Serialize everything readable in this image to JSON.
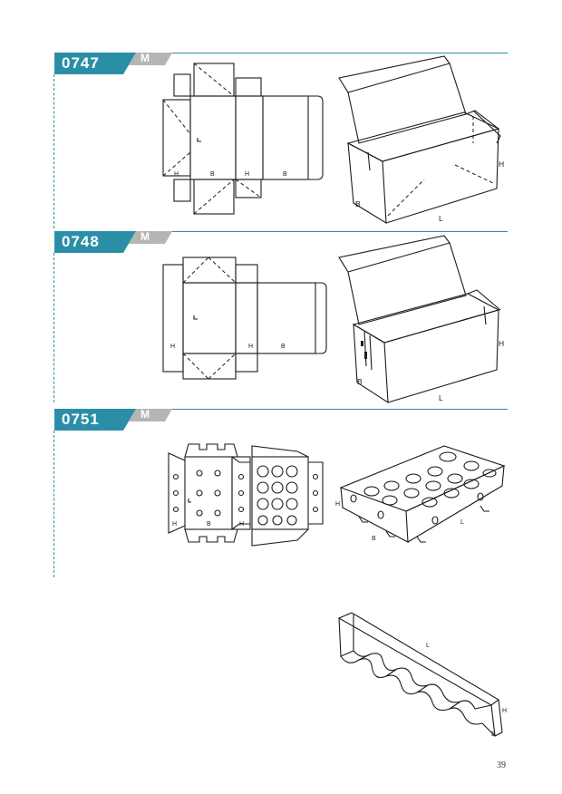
{
  "sections": [
    {
      "code": "0747",
      "badge": "M"
    },
    {
      "code": "0748",
      "badge": "M"
    },
    {
      "code": "0751",
      "badge": "M"
    }
  ],
  "labels": {
    "height": "H",
    "breadth": "B",
    "length": "L"
  },
  "page_number": "39",
  "colors": {
    "accent": "#2a8fa6",
    "badge": "#b5b5b5",
    "line": "#1b1b1b"
  }
}
